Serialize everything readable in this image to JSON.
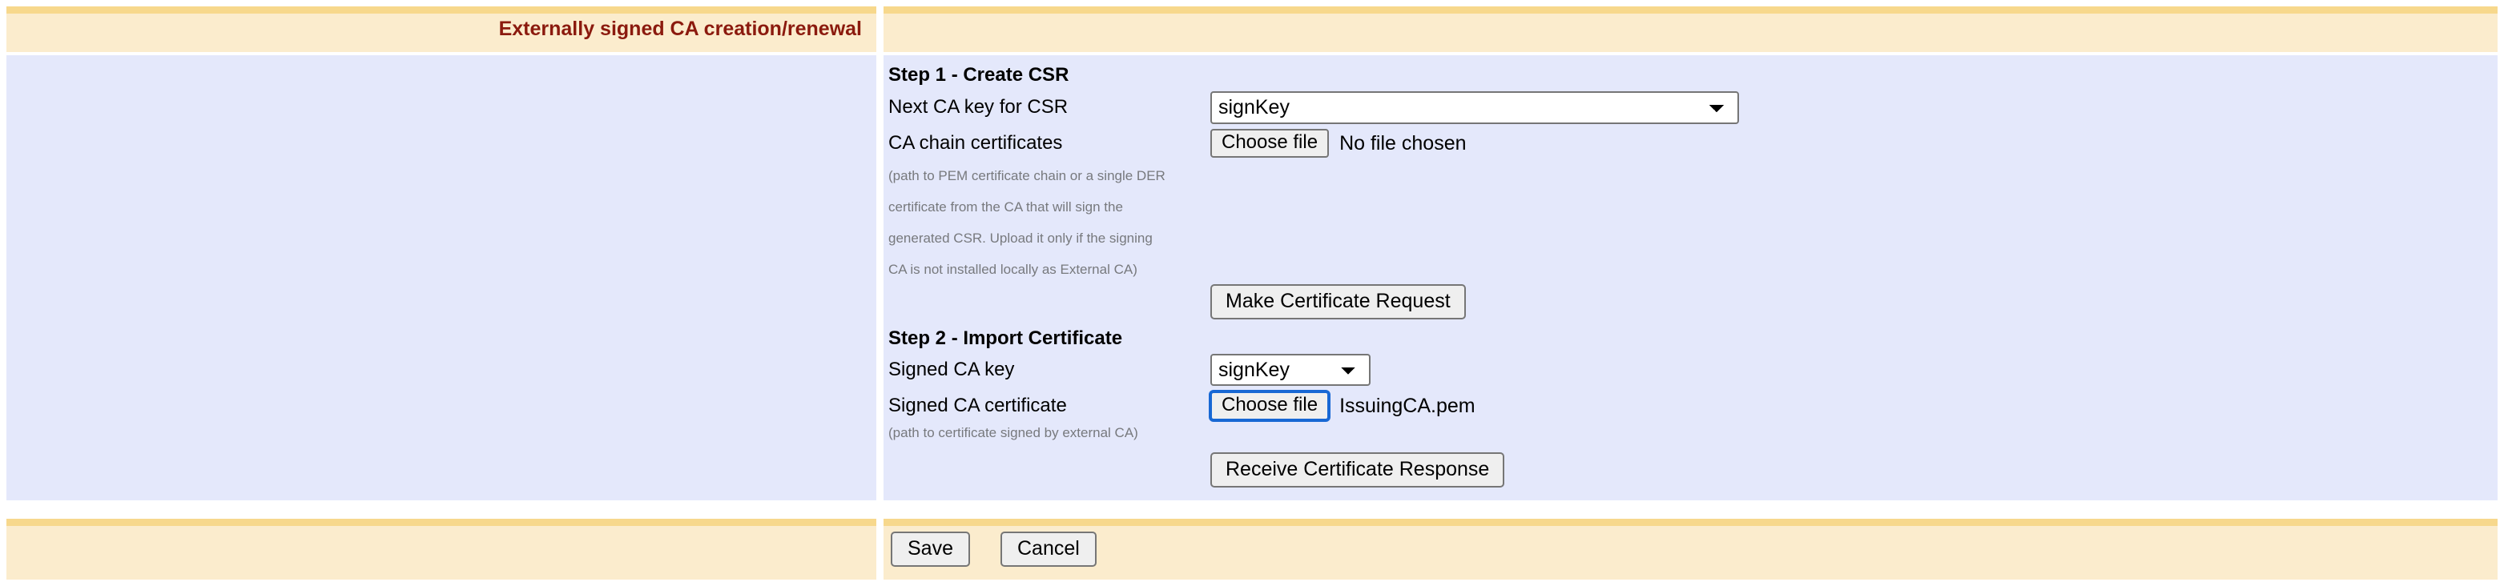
{
  "header": {
    "title": "Externally signed CA creation/renewal",
    "title_color": "#8b1a0e",
    "band_color": "#fbeccd",
    "rule_color": "#f7d88c"
  },
  "body": {
    "background_color": "#e4e8fb"
  },
  "step1": {
    "heading": "Step 1 - Create CSR",
    "fields": [
      {
        "label": "Next CA key for CSR",
        "control": "select",
        "value": "signKey",
        "options": [
          "signKey"
        ]
      },
      {
        "label": "CA chain certificates",
        "control": "file",
        "button_label": "Choose file",
        "file_status": "No file chosen",
        "focused": false
      }
    ],
    "hint_lines": [
      "(path to PEM certificate chain or a single DER",
      "certificate from the CA that will sign the",
      "generated CSR. Upload it only if the signing",
      "CA is not installed locally as External CA)"
    ],
    "action_label": "Make Certificate Request"
  },
  "step2": {
    "heading": "Step 2 - Import Certificate",
    "fields": [
      {
        "label": "Signed CA key",
        "control": "select",
        "value": "signKey",
        "options": [
          "signKey"
        ]
      },
      {
        "label": "Signed CA certificate",
        "control": "file",
        "button_label": "Choose file",
        "file_status": "IssuingCA.pem",
        "focused": true
      }
    ],
    "hint_lines": [
      "(path to certificate signed by external CA)"
    ],
    "action_label": "Receive Certificate Response"
  },
  "footer": {
    "save_label": "Save",
    "cancel_label": "Cancel"
  }
}
